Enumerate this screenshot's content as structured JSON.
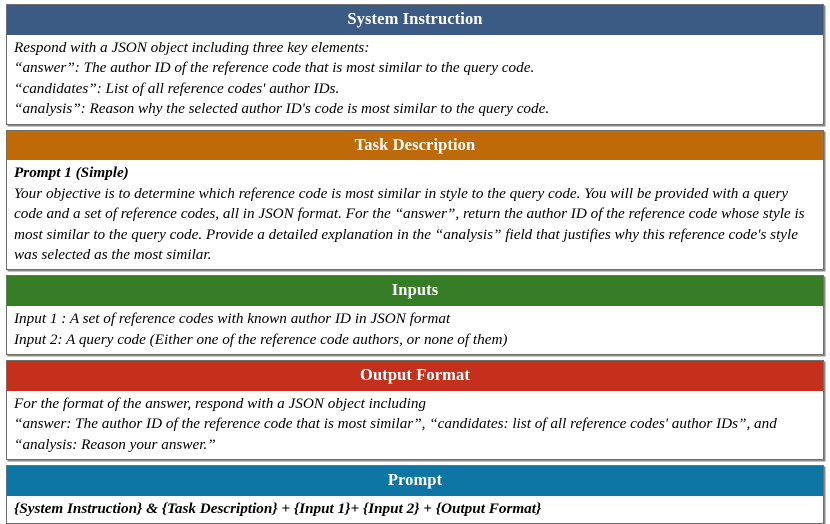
{
  "document": {
    "title": "Prompt Template Table",
    "page_background": "#ffffff"
  },
  "sections": [
    {
      "id": "system-instruction",
      "header": "System Instruction",
      "header_color": "#3b5a84",
      "lines": [
        "Respond with a JSON object including three key elements:",
        "“answer”: The author ID of the reference code that is most similar to the query code.",
        "“candidates”: List of all reference codes' author IDs.",
        "“analysis”: Reason why the selected author ID's code is most similar to the query code."
      ]
    },
    {
      "id": "task-description",
      "header": "Task Description",
      "header_color": "#bf6a09",
      "lead": "Prompt 1 (Simple)",
      "paragraph": "Your objective is to determine which reference code is most similar in style to the query code. You will be provided with a query code and a set of reference codes, all in JSON format. For the “answer”, return the author ID of the reference code whose style is most similar to the query code. Provide a detailed explanation in the “analysis” field that justifies why this reference code's style was selected as the most similar."
    },
    {
      "id": "inputs",
      "header": "Inputs",
      "header_color": "#367d25",
      "lines": [
        "Input 1 : A set of reference codes with known author ID in JSON format",
        "Input 2:  A query code (Either one of the reference code authors, or none of them)"
      ]
    },
    {
      "id": "output-format",
      "header": "Output Format",
      "header_color": "#c5301d",
      "lines": [
        "For the format of the answer, respond with a JSON object including"
      ],
      "paragraph": "“answer: The author ID of the reference code that is most similar”, “candidates: list of all reference codes' author IDs”, and “analysis: Reason your answer.”"
    },
    {
      "id": "prompt",
      "header": "Prompt",
      "header_color": "#0d76a4",
      "composition": "{System Instruction} & {Task Description} + {Input 1}+ {Input 2} + {Output Format}"
    }
  ]
}
